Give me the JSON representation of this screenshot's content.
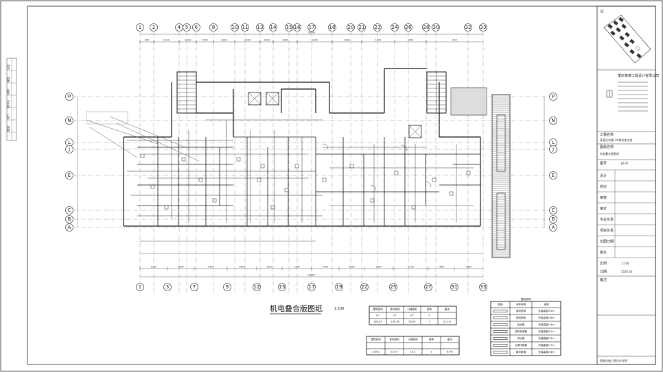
{
  "drawing": {
    "title": "机电叠合版图纸",
    "scale": "1:100",
    "footer_note": "智能化施工图设计说明"
  },
  "axes": {
    "top_upper": [
      "1",
      "2",
      "4",
      "5",
      "6",
      "8",
      "10",
      "11",
      "13",
      "14",
      "15",
      "16",
      "17",
      "18",
      "20",
      "21",
      "23",
      "24",
      "26",
      "28",
      "30",
      "32",
      "33"
    ],
    "bottom_lower": [
      "1",
      "3",
      "7",
      "9",
      "12",
      "15",
      "17",
      "19",
      "22",
      "25",
      "27",
      "31",
      "33"
    ],
    "left": [
      "P",
      "N",
      "L",
      "J",
      "E",
      "C",
      "B",
      "A"
    ],
    "right": [
      "P",
      "N",
      "L",
      "J",
      "E",
      "C",
      "B",
      "A"
    ]
  },
  "dimensions": {
    "top_total": "33300",
    "bottom_total": "33300",
    "top_segments": [
      "900",
      "2100",
      "1200",
      "1500",
      "2100",
      "1500",
      "1500",
      "1900",
      "1300",
      "1900",
      "1500",
      "1600",
      "900"
    ],
    "bottom_segments": [
      "2100",
      "1800",
      "2400",
      "1800",
      "1500",
      "1500",
      "2400",
      "3000",
      "2400",
      "2100",
      "1800",
      "1800"
    ]
  },
  "title_block": {
    "company": "重庆某某工程设计有限公司",
    "project_label": "工程名称",
    "project_value": "某某住宅楼-3#楼机电工程",
    "drawing_label": "图纸名称",
    "drawing_value": "机电叠合版图纸",
    "drawing_no_label": "图号",
    "drawing_no_value": "JD-01",
    "scale_label": "比例",
    "scale_value": "1:100",
    "date_label": "日期",
    "date_value": "2020.03",
    "rows": [
      "设计",
      "校对",
      "审核",
      "审定",
      "专业负责",
      "项目负责",
      "出图日期",
      "版本"
    ],
    "notes_label": "备注"
  },
  "tables": {
    "table_a": {
      "headers": [
        "建筑面积",
        "套内面积",
        "公摊面积",
        "层数",
        "备注"
      ],
      "row1": [
        "m²",
        "m²",
        "m²",
        "F",
        ""
      ],
      "row2": [
        "283.62",
        "230.38",
        "53.24",
        "1",
        "22.1%"
      ]
    },
    "table_b": {
      "headers": [
        "建筑面积",
        "套内面积",
        "公摊面积",
        "层数",
        "备注"
      ],
      "row1": [
        "229.2",
        "210.0",
        "19.2",
        "1",
        "8.4%"
      ]
    },
    "legend": {
      "title": "图例说明",
      "headers": [
        "图例",
        "名称说明",
        "说明"
      ],
      "rows": [
        [
          "",
          "强电桥架",
          "安装高度3.0m"
        ],
        [
          "",
          "弱电桥架",
          "安装高度2.8m"
        ],
        [
          "",
          "给水管",
          "安装高度2.9m"
        ],
        [
          "",
          "消防喷淋管",
          "安装高度3.1m"
        ],
        [
          "",
          "排水管",
          "安装高度2.6m"
        ],
        [
          "",
          "空调冷媒管",
          "安装高度2.7m"
        ],
        [
          "",
          "新风管道",
          "安装高度2.8m"
        ]
      ]
    }
  },
  "left_margin": {
    "notes": [
      "会签",
      "建筑",
      "结构",
      "给排水",
      "电气",
      "暖通"
    ]
  }
}
